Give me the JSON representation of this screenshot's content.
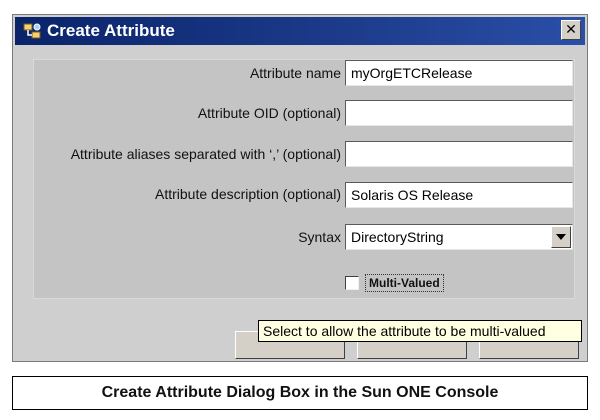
{
  "dialog": {
    "title": "Create Attribute",
    "close_label": "✕"
  },
  "form": {
    "attribute_name": {
      "label": "Attribute name",
      "value": "myOrgETCRelease"
    },
    "attribute_oid": {
      "label": "Attribute OID (optional)",
      "value": ""
    },
    "attribute_aliases": {
      "label": "Attribute aliases separated with ‘,’ (optional)",
      "value": ""
    },
    "attribute_description": {
      "label": "Attribute description (optional)",
      "value": "Solaris OS Release"
    },
    "syntax": {
      "label": "Syntax",
      "value": "DirectoryString"
    },
    "multi_valued": {
      "label": "Multi-Valued",
      "checked": false
    }
  },
  "tooltip": "Select to allow the attribute to be multi-valued",
  "caption": "Create Attribute Dialog Box in the Sun ONE Console",
  "colors": {
    "titlebar": "#0a246a",
    "dialog_bg": "#cfcfcf",
    "tooltip_bg": "#ffffe1"
  },
  "icons": {
    "title_icon": "directory-tree-icon",
    "close_icon": "close-icon",
    "dropdown_icon": "chevron-down-icon"
  }
}
